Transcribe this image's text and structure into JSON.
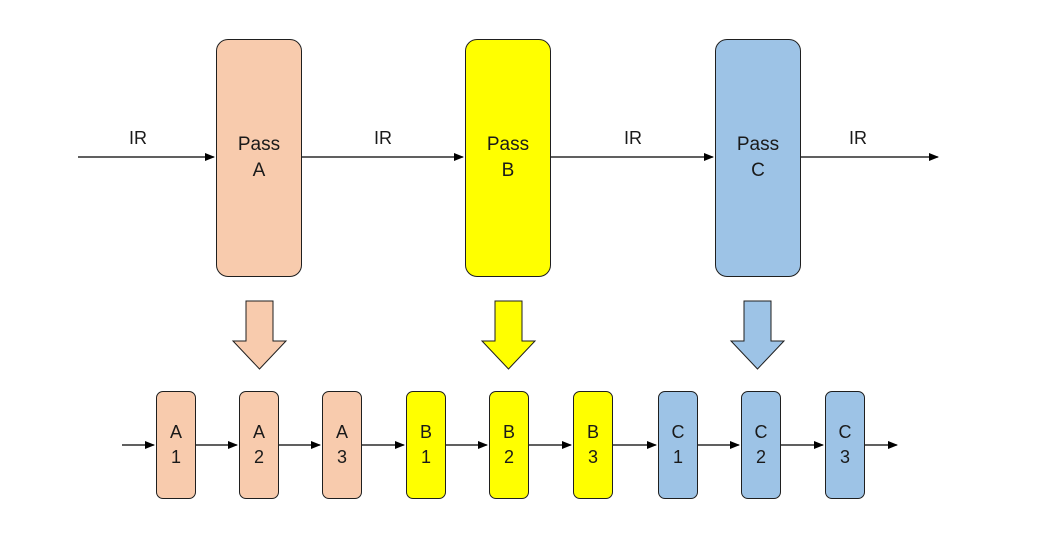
{
  "colors": {
    "pass_a": "#f8cbad",
    "pass_b": "#ffff00",
    "pass_c": "#9dc3e6",
    "stroke": "#1f1f1f"
  },
  "flow_label": "IR",
  "passes": [
    {
      "line1": "Pass",
      "line2": "A"
    },
    {
      "line1": "Pass",
      "line2": "B"
    },
    {
      "line1": "Pass",
      "line2": "C"
    }
  ],
  "subpasses": [
    {
      "line1": "A",
      "line2": "1"
    },
    {
      "line1": "A",
      "line2": "2"
    },
    {
      "line1": "A",
      "line2": "3"
    },
    {
      "line1": "B",
      "line2": "1"
    },
    {
      "line1": "B",
      "line2": "2"
    },
    {
      "line1": "B",
      "line2": "3"
    },
    {
      "line1": "C",
      "line2": "1"
    },
    {
      "line1": "C",
      "line2": "2"
    },
    {
      "line1": "C",
      "line2": "3"
    }
  ]
}
